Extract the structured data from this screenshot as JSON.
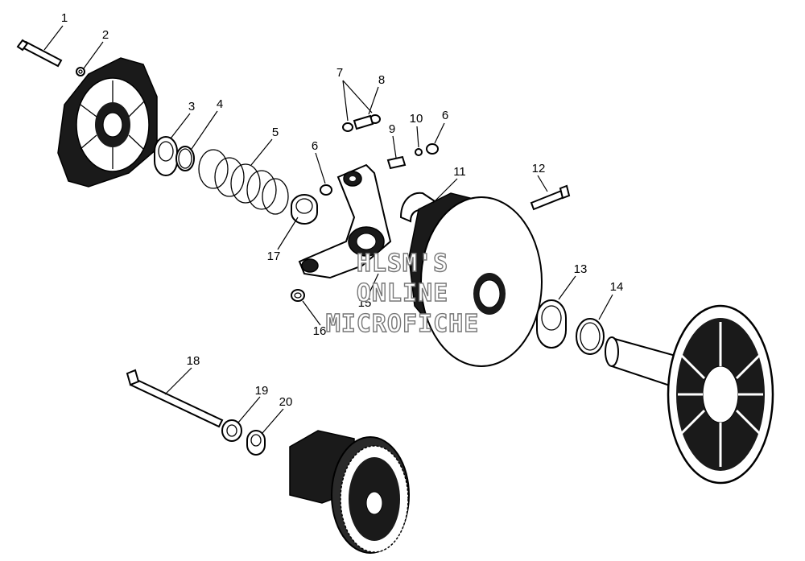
{
  "callouts": [
    {
      "id": "1",
      "label": "1"
    },
    {
      "id": "2",
      "label": "2"
    },
    {
      "id": "3",
      "label": "3"
    },
    {
      "id": "4",
      "label": "4"
    },
    {
      "id": "5",
      "label": "5"
    },
    {
      "id": "6a",
      "label": "6"
    },
    {
      "id": "6b",
      "label": "6"
    },
    {
      "id": "7",
      "label": "7"
    },
    {
      "id": "8",
      "label": "8"
    },
    {
      "id": "9",
      "label": "9"
    },
    {
      "id": "10",
      "label": "10"
    },
    {
      "id": "11",
      "label": "11"
    },
    {
      "id": "12",
      "label": "12"
    },
    {
      "id": "13",
      "label": "13"
    },
    {
      "id": "14",
      "label": "14"
    },
    {
      "id": "15",
      "label": "15"
    },
    {
      "id": "16",
      "label": "16"
    },
    {
      "id": "17",
      "label": "17"
    },
    {
      "id": "18",
      "label": "18"
    },
    {
      "id": "19",
      "label": "19"
    },
    {
      "id": "20",
      "label": "20"
    }
  ],
  "watermark": {
    "line1": "HLSM'S",
    "line2": "ONLINE",
    "line3": "MICROFICHE"
  }
}
